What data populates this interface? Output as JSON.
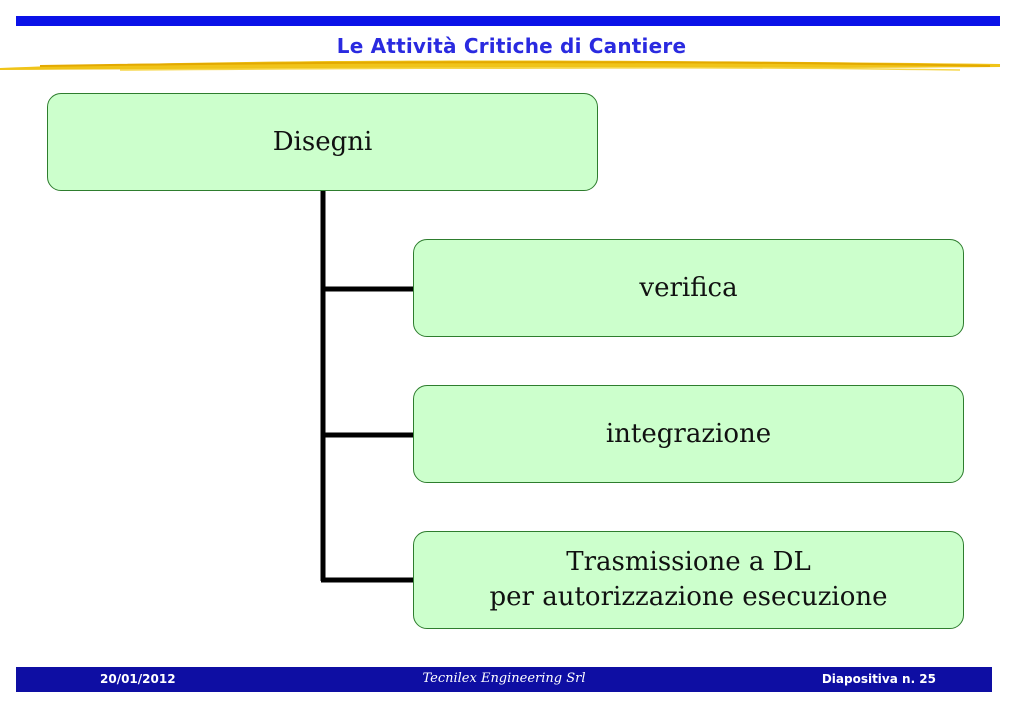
{
  "header": {
    "title": "Le Attività Critiche di Cantiere"
  },
  "diagram": {
    "root": "Disegni",
    "children": [
      {
        "lines": [
          "verifica"
        ]
      },
      {
        "lines": [
          "integrazione"
        ]
      },
      {
        "lines": [
          "Trasmissione a DL",
          "per autorizzazione esecuzione"
        ]
      }
    ]
  },
  "footer": {
    "date": "20/01/2012",
    "company": "Tecnilex Engineering Srl",
    "slide_number": "Diapositiva n. 25"
  },
  "colors": {
    "top_bar": "#0b12e8",
    "title": "#2a2ae0",
    "node_fill": "#ccffcc",
    "footer_bar": "#0e0ea3"
  }
}
